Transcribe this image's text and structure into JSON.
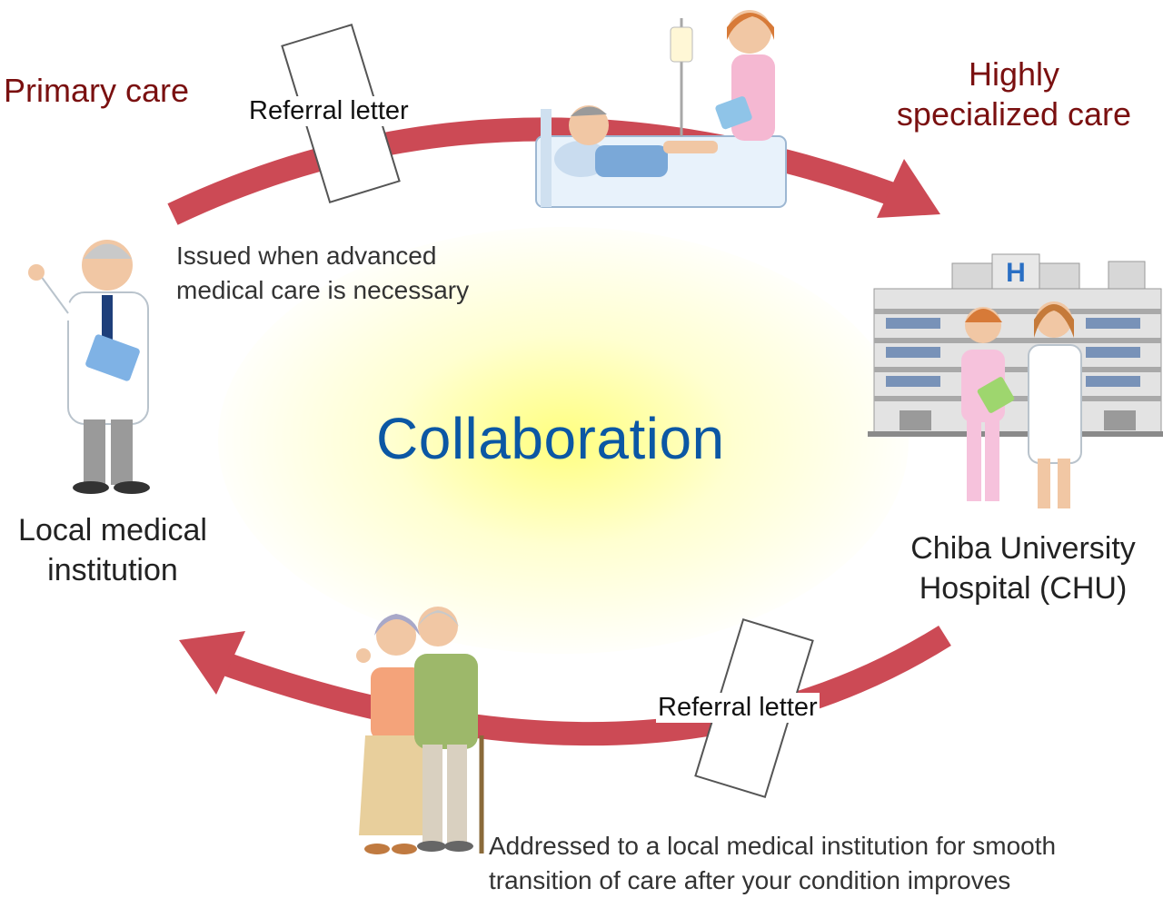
{
  "diagram": {
    "center_label": "Collaboration",
    "primary_care": "Primary care",
    "specialized_care": [
      "Highly",
      "specialized care"
    ],
    "local_institution": [
      "Local medical",
      "institution"
    ],
    "chu": [
      "Chiba University",
      "Hospital (CHU)"
    ],
    "referral_top": "Referral letter",
    "referral_bottom": "Referral letter",
    "note_top": [
      "Issued when advanced",
      "medical care is necessary"
    ],
    "note_bottom": [
      "Addressed to a local medical institution for smooth",
      "transition of care after your condition improves"
    ]
  },
  "colors": {
    "arrow": "#cc4a55",
    "care_label": "#7a1010",
    "center_label": "#0b57a4",
    "glow": "#fffb78"
  },
  "icons": [
    "doctor-icon",
    "patient-bed-icon",
    "nurse-icon",
    "hospital-building-icon",
    "staff-icon",
    "elderly-couple-icon",
    "document-icon"
  ]
}
